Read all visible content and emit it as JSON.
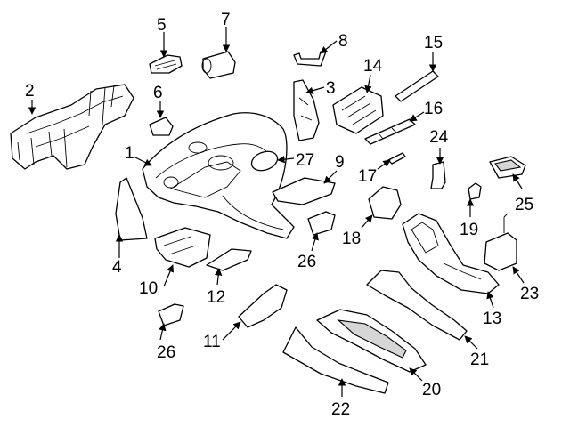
{
  "callouts": [
    {
      "id": "c1",
      "text": "1"
    },
    {
      "id": "c2",
      "text": "2"
    },
    {
      "id": "c3",
      "text": "3"
    },
    {
      "id": "c4",
      "text": "4"
    },
    {
      "id": "c5",
      "text": "5"
    },
    {
      "id": "c6",
      "text": "6"
    },
    {
      "id": "c7",
      "text": "7"
    },
    {
      "id": "c8",
      "text": "8"
    },
    {
      "id": "c9",
      "text": "9"
    },
    {
      "id": "c10",
      "text": "10"
    },
    {
      "id": "c11",
      "text": "11"
    },
    {
      "id": "c12",
      "text": "12"
    },
    {
      "id": "c13",
      "text": "13"
    },
    {
      "id": "c14",
      "text": "14"
    },
    {
      "id": "c15",
      "text": "15"
    },
    {
      "id": "c16",
      "text": "16"
    },
    {
      "id": "c17",
      "text": "17"
    },
    {
      "id": "c19",
      "text": "19"
    },
    {
      "id": "c18",
      "text": "18"
    },
    {
      "id": "c20",
      "text": "20"
    },
    {
      "id": "c21",
      "text": "21"
    },
    {
      "id": "c22",
      "text": "22"
    },
    {
      "id": "c23",
      "text": "23"
    },
    {
      "id": "c24",
      "text": "24"
    },
    {
      "id": "c25",
      "text": "25"
    },
    {
      "id": "c26a",
      "text": "26"
    },
    {
      "id": "c26b",
      "text": "26"
    },
    {
      "id": "c27",
      "text": "27"
    }
  ]
}
